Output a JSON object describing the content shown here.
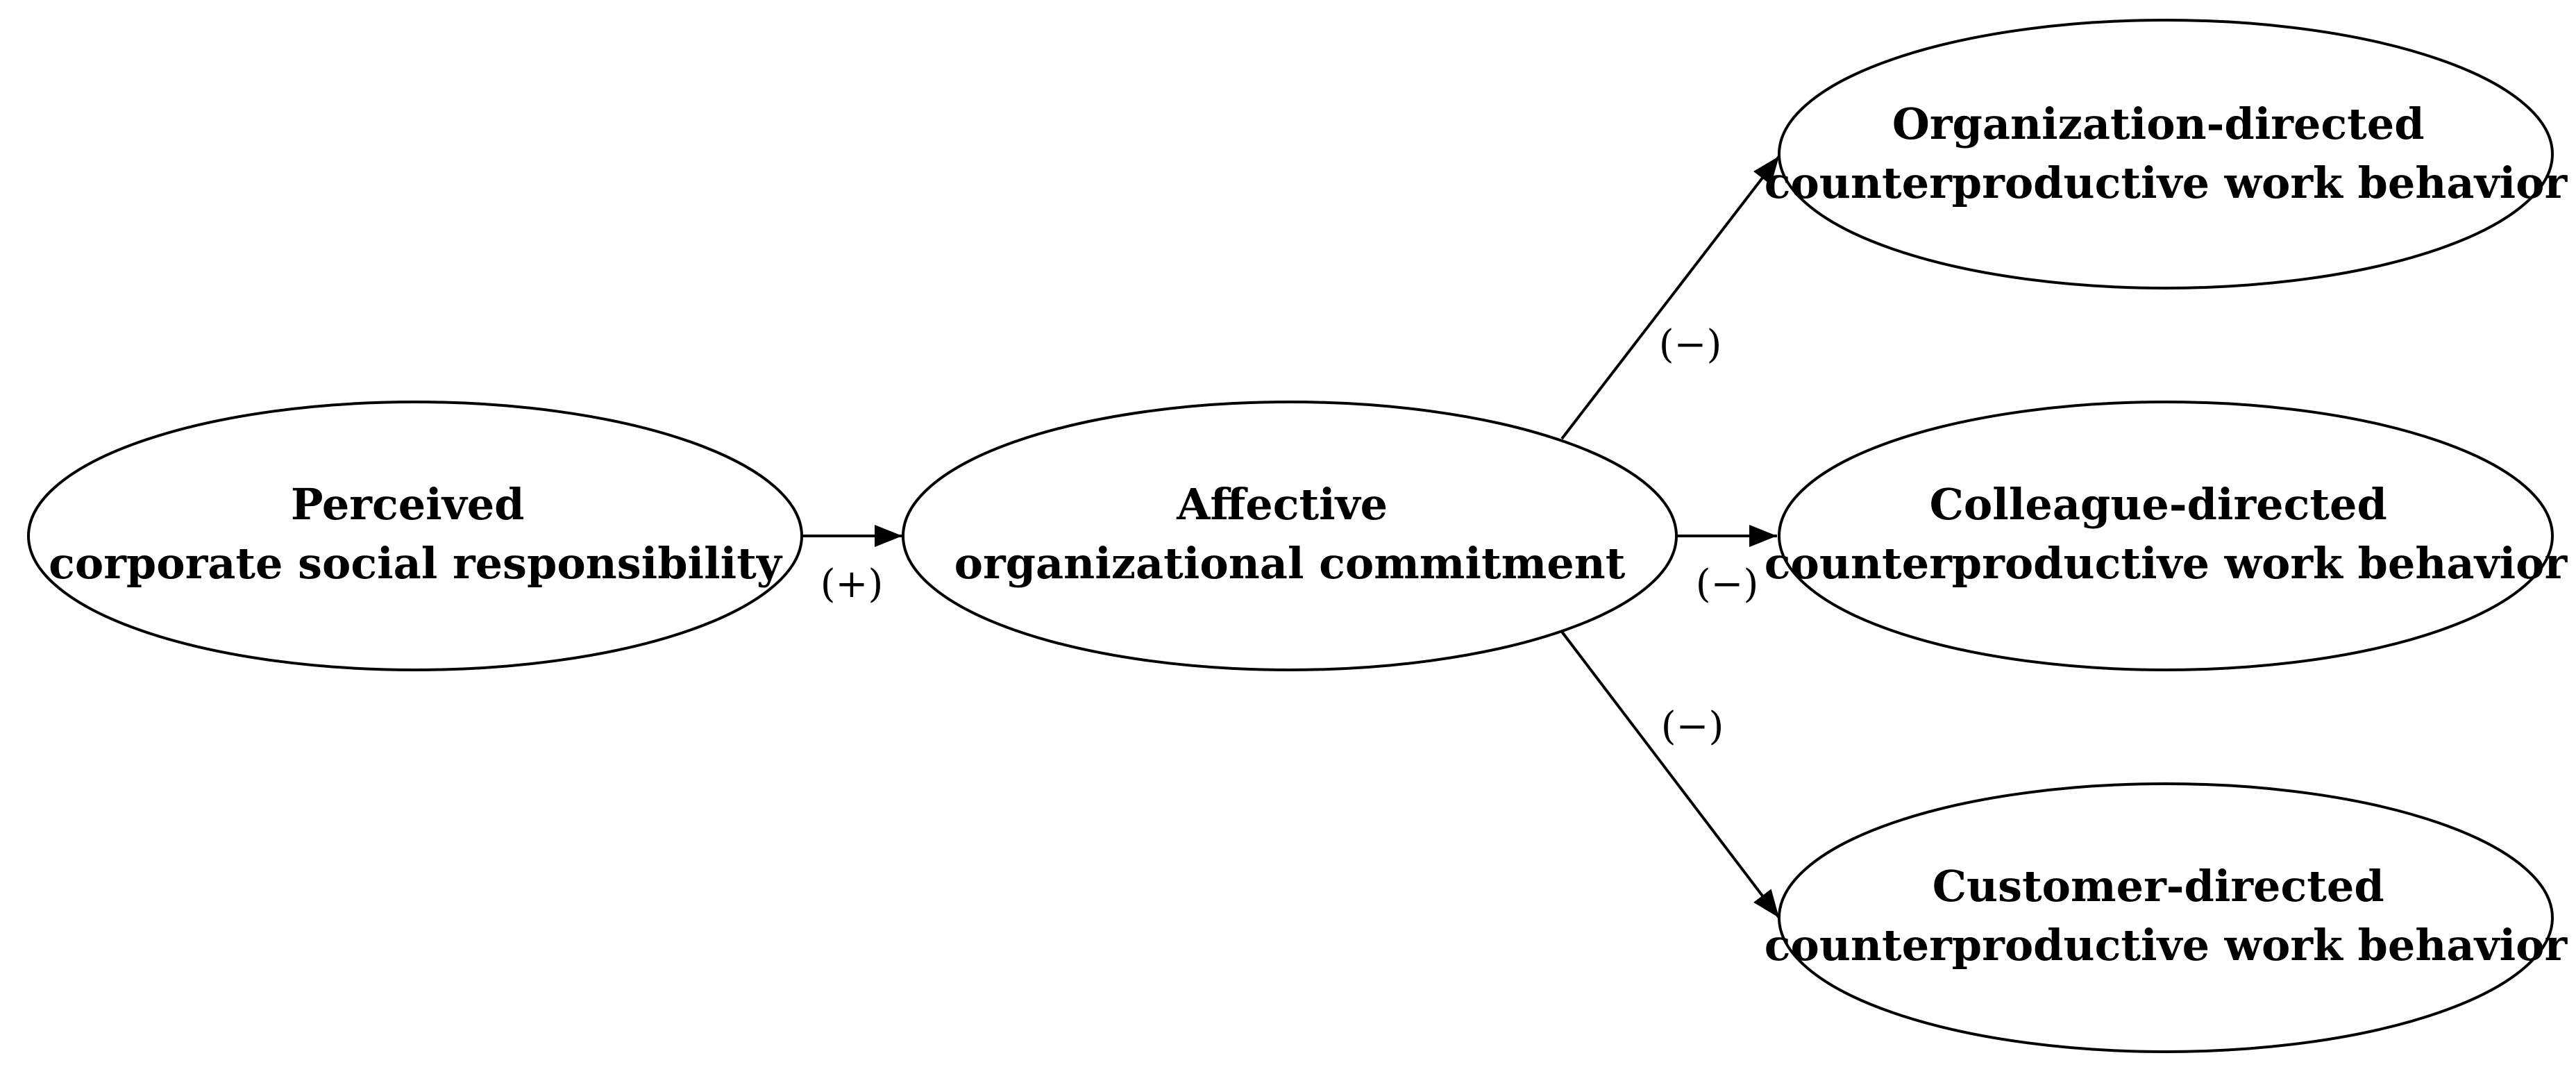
{
  "diagram": {
    "nodes": {
      "csr": {
        "line1": "Perceived",
        "line2": "corporate social responsibility"
      },
      "commitment": {
        "line1": "Affective",
        "line2": "organizational commitment"
      },
      "org_cwb": {
        "line1": "Organization-directed",
        "line2": "counterproductive work behavior"
      },
      "colleague_cwb": {
        "line1": "Colleague-directed",
        "line2": "counterproductive work behavior"
      },
      "customer_cwb": {
        "line1": "Customer-directed",
        "line2": "counterproductive work behavior"
      }
    },
    "edges": {
      "csr_to_commitment": {
        "label": "(+)"
      },
      "commitment_to_org": {
        "label": "(−)"
      },
      "commitment_to_colleague": {
        "label": "(−)"
      },
      "commitment_to_customer": {
        "label": "(−)"
      }
    }
  }
}
